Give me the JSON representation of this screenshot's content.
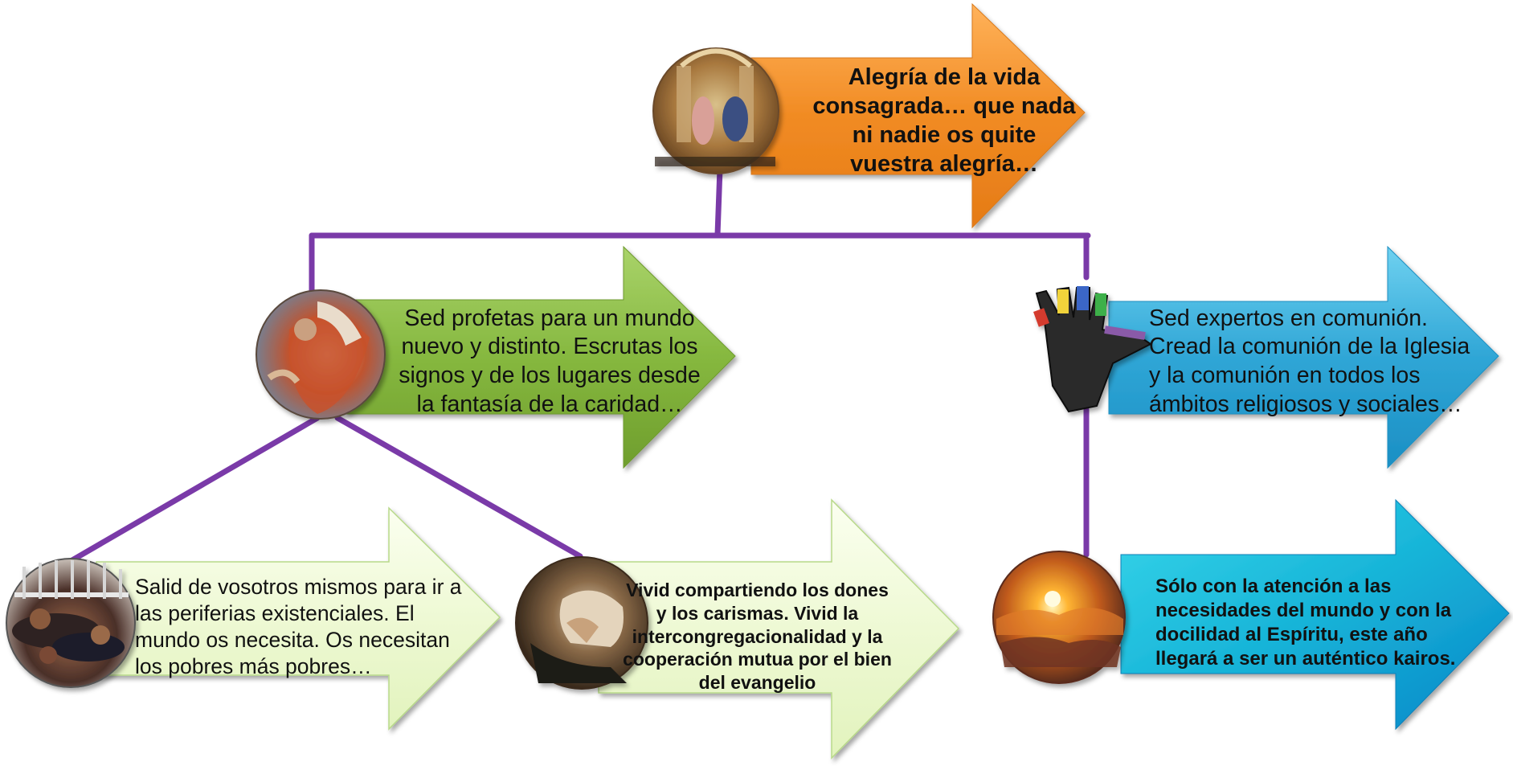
{
  "nodes": {
    "top": {
      "text": "Alegría de la vida consagrada… que nada ni nadie os quite vuestra alegría…",
      "arrow_color": "#f39a2e",
      "image": "annunciation-painting"
    },
    "prophets": {
      "text": "Sed profetas para un mundo nuevo y distinto. Escrutas los signos y de los lugares desde la fantasía de la caridad…",
      "arrow_color": "#8fc04a",
      "image": "prophet-fresco"
    },
    "communion": {
      "text": "Sed expertos en comunión. Cread la comunión de la Iglesia y la comunión en todos los ámbitos religiosos y sociales…",
      "arrow_color": "#36a9d6",
      "image": "painted-hand"
    },
    "peripheries": {
      "text": "Salid de vosotros mismos para ir a las periferias existenciales. El mundo os necesita. Os necesitan los pobres más pobres…",
      "arrow_color": "#eef8d2",
      "image": "sleeping-children-photo"
    },
    "sharing": {
      "text": "Vivid compartiendo los dones y los carismas. Vivid la intercongregacionalidad y la cooperación mutua por el bien del evangelio",
      "arrow_color": "#eef8d2",
      "image": "praying-elder-photo"
    },
    "kairos": {
      "text": "Sólo con la atención a las necesidades del mundo y con la docilidad al Espíritu, este año llegará a ser un auténtico kairos.",
      "arrow_color": "#1fb8da",
      "image": "sunrise-clouds-photo"
    }
  },
  "connector_color": "#7a3aa8"
}
